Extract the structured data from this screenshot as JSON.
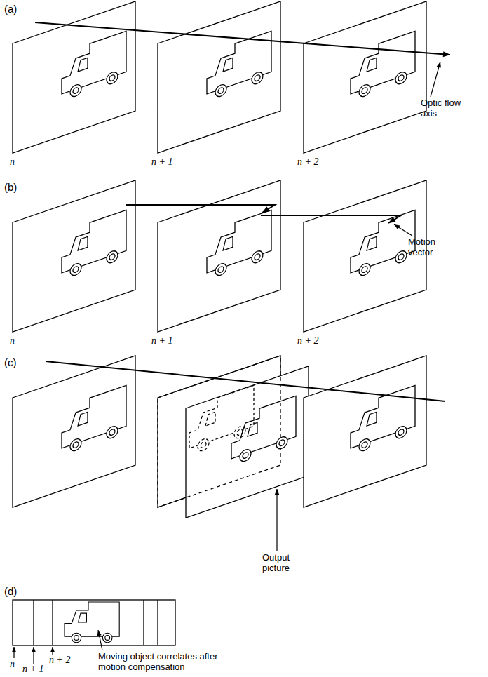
{
  "diagram": {
    "labels": [
      "(a)",
      "n",
      "n + 1",
      "n + 2",
      "Optic flow axis",
      "(b)",
      "n",
      "n + 1",
      "n + 2",
      "Motion vector",
      "(c)",
      "Output picture",
      "(d)",
      "n",
      "n + 1",
      "n + 2",
      "Moving object correlates after motion compensation"
    ]
  }
}
